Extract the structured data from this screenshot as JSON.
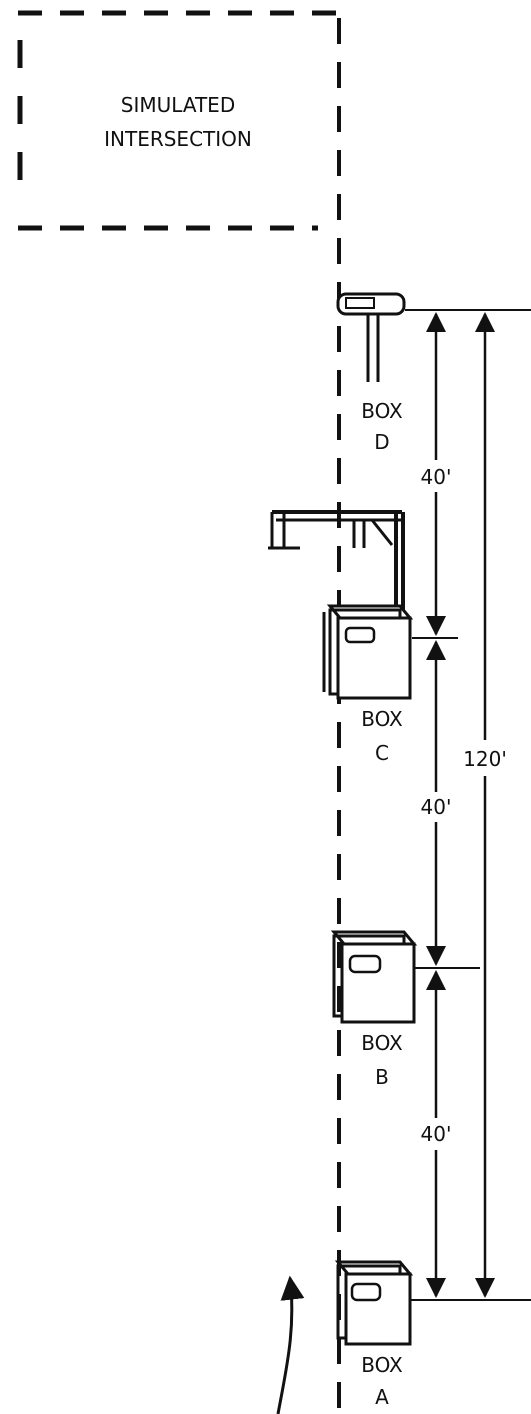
{
  "intersection": {
    "line1": "SIMULATED",
    "line2": "INTERSECTION"
  },
  "boxes": {
    "d": {
      "word": "BOX",
      "letter": "D"
    },
    "c": {
      "word": "BOX",
      "letter": "C"
    },
    "b": {
      "word": "BOX",
      "letter": "B"
    },
    "a": {
      "word": "BOX",
      "letter": "A"
    }
  },
  "dimensions": {
    "segment_dc": "40'",
    "segment_cb": "40'",
    "segment_ba": "40'",
    "total": "120'"
  }
}
